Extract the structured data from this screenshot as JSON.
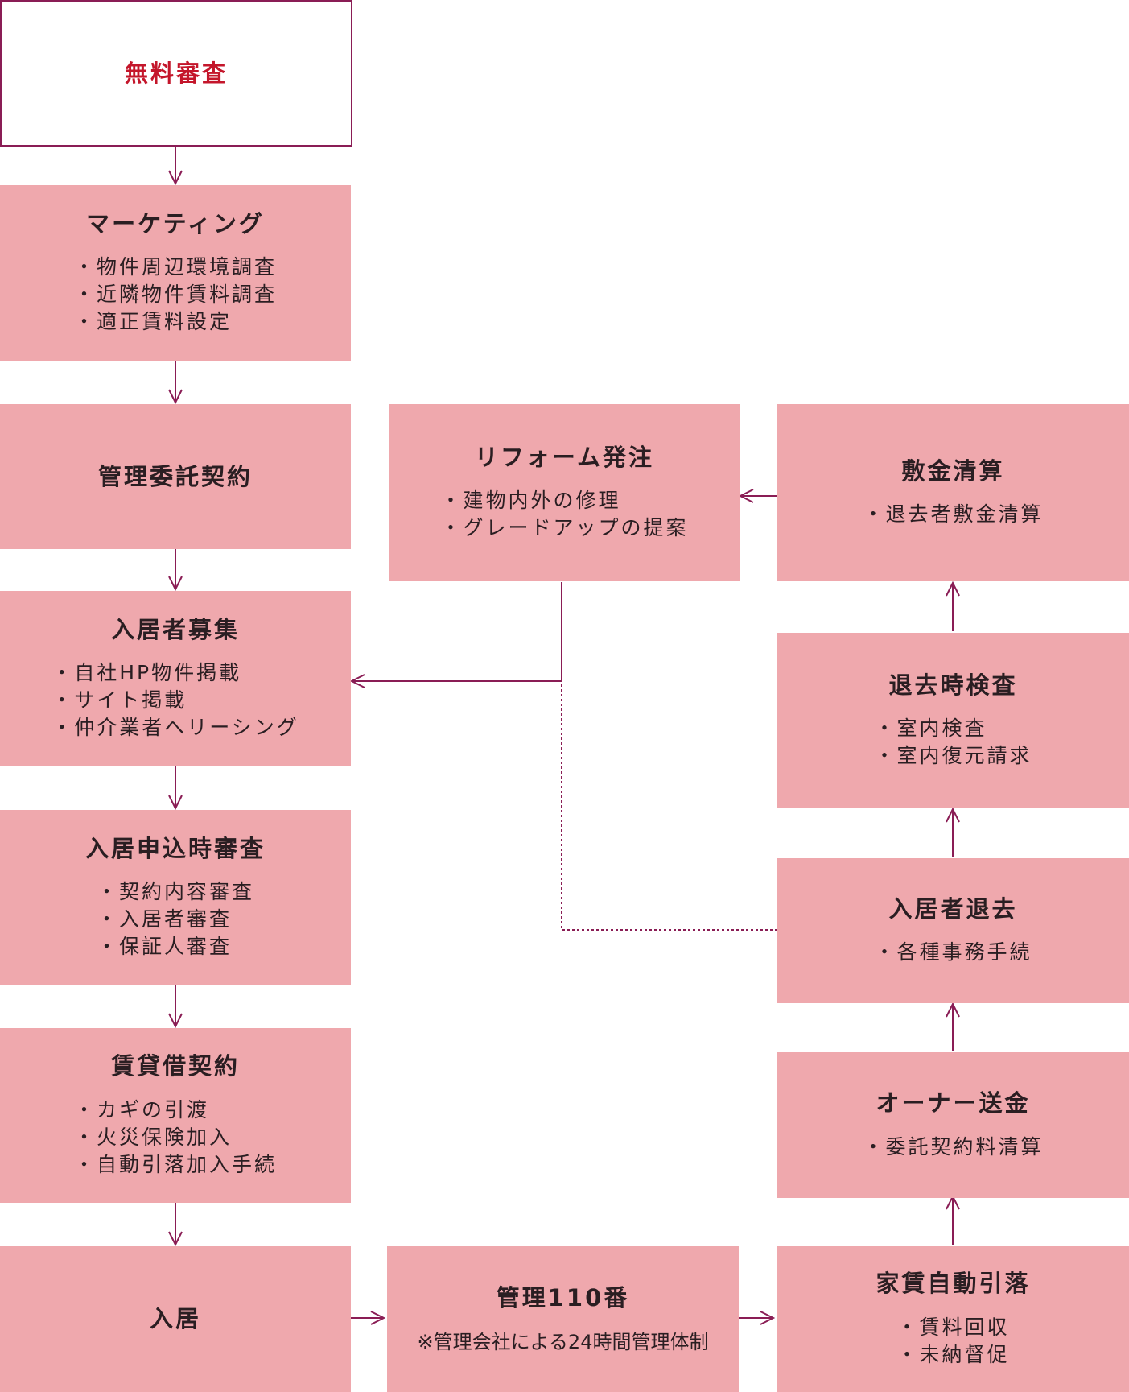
{
  "colors": {
    "box_fill": "#efa8ad",
    "line": "#8a1d55",
    "first_title": "#c4162b",
    "first_border": "#8a1d55"
  },
  "steps": {
    "free_review": {
      "title": "無料審査"
    },
    "marketing": {
      "title": "マーケティング",
      "items": [
        "物件周辺環境調査",
        "近隣物件賃料調査",
        "適正賃料設定"
      ]
    },
    "management_contract": {
      "title": "管理委託契約"
    },
    "tenant_recruit": {
      "title": "入居者募集",
      "items": [
        "自社HP物件掲載",
        "サイト掲載",
        "仲介業者へリーシング"
      ]
    },
    "application_review": {
      "title": "入居申込時審査",
      "items": [
        "契約内容審査",
        "入居者審査",
        "保証人審査"
      ]
    },
    "lease_contract": {
      "title": "賃貸借契約",
      "items": [
        "カギの引渡",
        "火災保険加入",
        "自動引落加入手続"
      ]
    },
    "move_in": {
      "title": "入居"
    },
    "kanri110": {
      "title": "管理110番",
      "note": "※管理会社による24時間管理体制"
    },
    "rent_debit": {
      "title": "家賃自動引落",
      "items": [
        "賃料回収",
        "未納督促"
      ]
    },
    "owner_remit": {
      "title": "オーナー送金",
      "items": [
        "委託契約料清算"
      ]
    },
    "move_out": {
      "title": "入居者退去",
      "items": [
        "各種事務手続"
      ]
    },
    "moveout_inspection": {
      "title": "退去時検査",
      "items": [
        "室内検査",
        "室内復元請求"
      ]
    },
    "deposit_settle": {
      "title": "敷金清算",
      "items": [
        "退去者敷金清算"
      ]
    },
    "reform_order": {
      "title": "リフォーム発注",
      "items": [
        "建物内外の修理",
        "グレードアップの提案"
      ]
    }
  }
}
